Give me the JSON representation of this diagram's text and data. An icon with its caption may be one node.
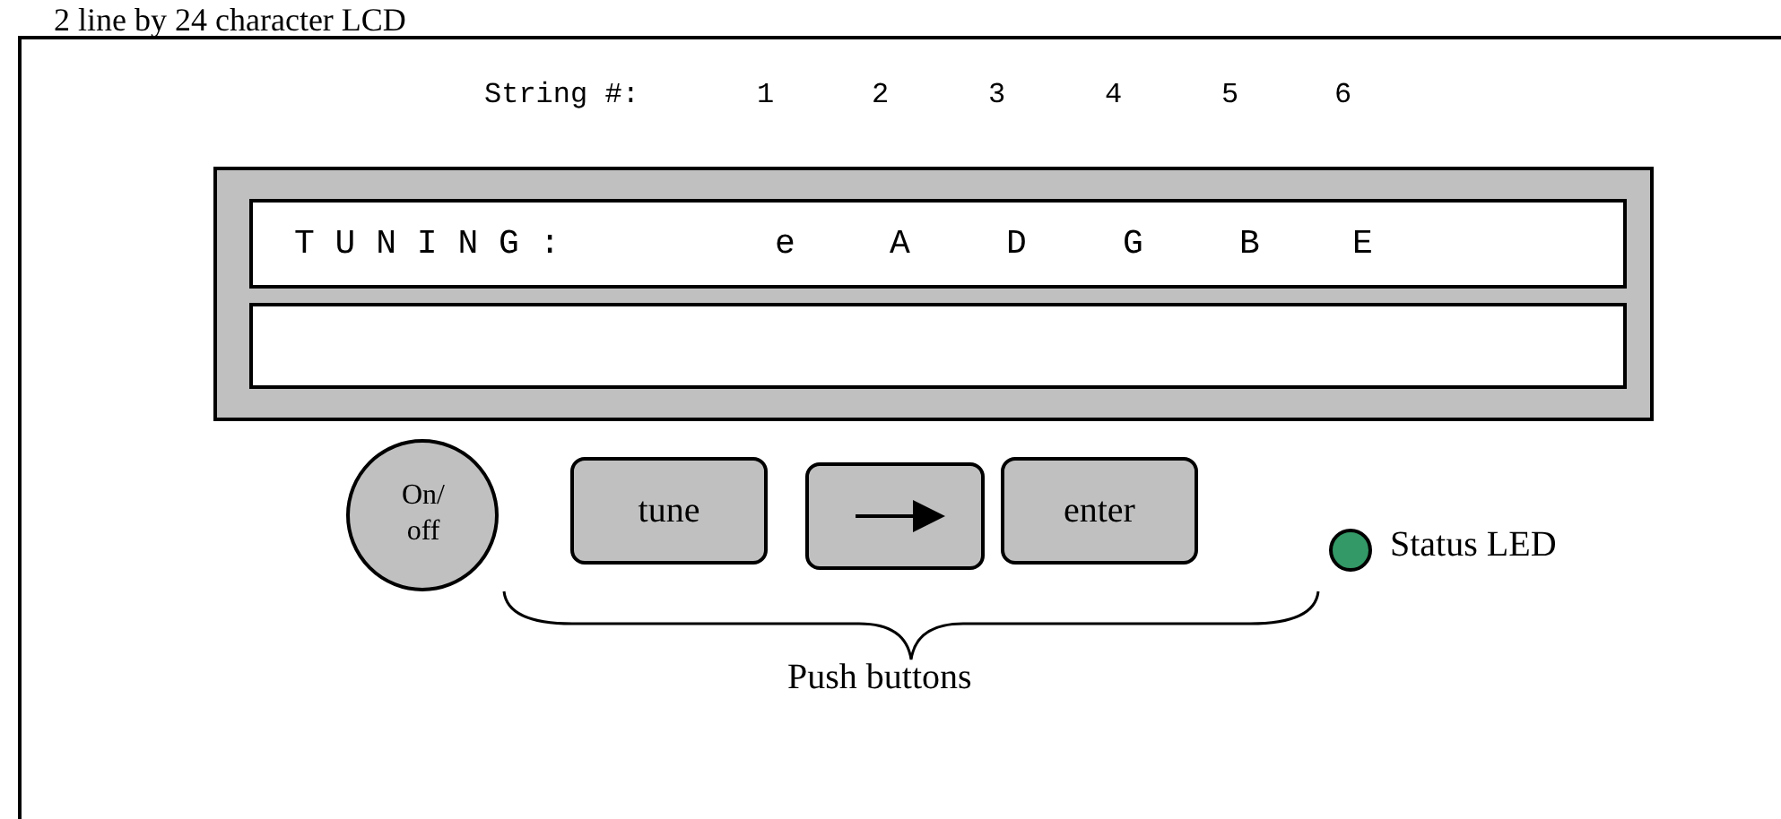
{
  "diagram": {
    "title": "2 line by 24 character LCD",
    "nodes": [
      {
        "text": [],
        "shape": "box"
      },
      {
        "text": [],
        "shape": "box",
        "in": 0
      },
      {
        "text": [
          "T U N I N G :",
          "e",
          "A",
          "D",
          "G",
          "B",
          "E"
        ],
        "in": 1
      },
      {
        "text": [],
        "shape": "box",
        "in": 1
      },
      {
        "text": [
          "On/ off"
        ],
        "in": 0
      },
      {
        "text": [
          "tune"
        ],
        "in": 0
      },
      {
        "text": [],
        "shape": "box",
        "in": 0
      },
      {
        "text": [
          "enter"
        ],
        "in": 0
      },
      {
        "text": [],
        "shape": "circle",
        "in": 0,
        "beside": [
          "Status LED"
        ]
      }
    ],
    "labels": [
      "String #:",
      "1",
      "2",
      "3",
      "4",
      "5",
      "6",
      "Push buttons"
    ]
  }
}
